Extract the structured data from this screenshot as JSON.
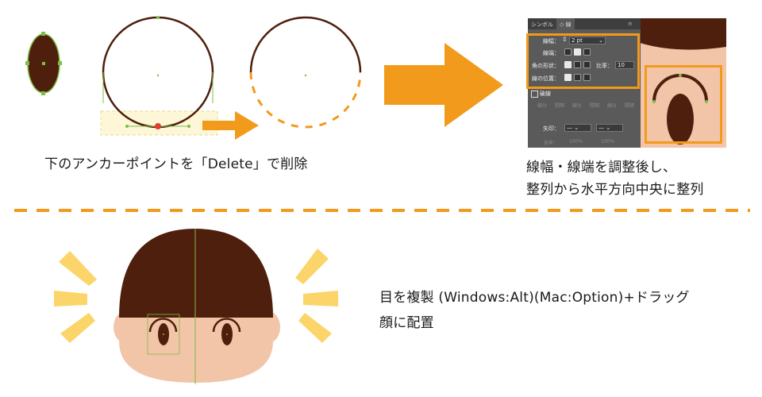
{
  "captions": {
    "step1": "下のアンカーポイントを「Delete」で削除",
    "step2_line1": "線幅・線端を調整後し、",
    "step2_line2": "整列から水平方向中央に整列",
    "step3_line1": "目を複製 (Windows:Alt)(Mac:Option)+ドラッグ",
    "step3_line2": "顔に配置"
  },
  "panel": {
    "tab_symbol": "シンボル",
    "tab_stroke": "線",
    "weight_label": "線幅：",
    "weight_value": "2 pt",
    "cap_label": "線端：",
    "corner_label": "角の形状：",
    "ratio_label": "比率：",
    "ratio_value": "10",
    "align_label": "線の位置：",
    "dashed_label": "破線",
    "dash_cells": [
      "線分",
      "間隔",
      "線分",
      "間隔",
      "線分",
      "間隔"
    ],
    "arrow_label": "矢印：",
    "scale_label": "倍率：",
    "scale_value_1": "100%",
    "scale_value_2": "100%"
  },
  "colors": {
    "accent": "#f29a1b",
    "hair": "#4e1f0c",
    "skin": "#f2c4a8",
    "ray": "#fbd56a",
    "selection": "#7bc043",
    "anchor_delete": "#e63b2e"
  }
}
